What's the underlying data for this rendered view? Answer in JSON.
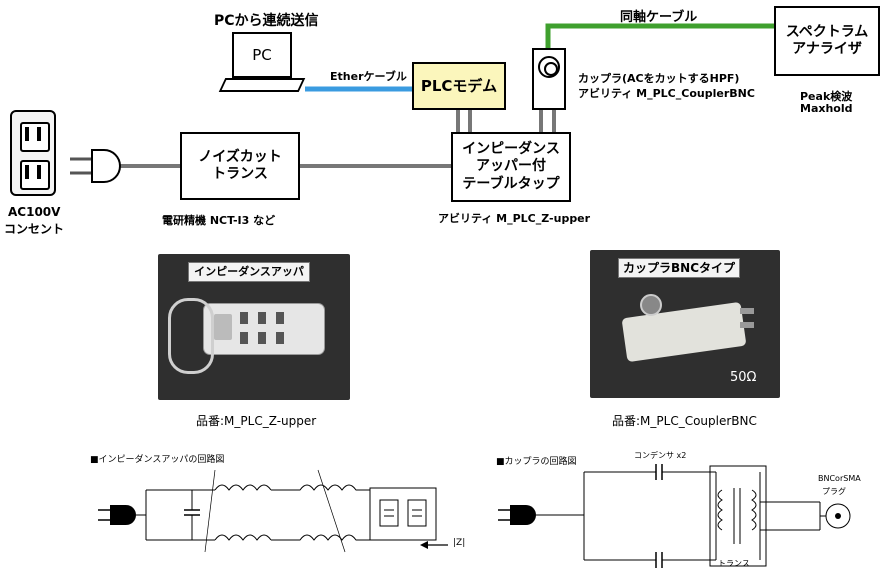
{
  "top": {
    "pc_title": "PCから連続送信",
    "pc_label": "PC",
    "ether_label": "Etherケーブル",
    "plc_modem": "PLCモデム",
    "coax_label": "同軸ケーブル",
    "analyzer": [
      "スペクトラム",
      "アナライザ"
    ],
    "analyzer_notes": [
      "Peak検波",
      "Maxhold"
    ],
    "coupler_label": "カップラ(ACをカットするHPF)",
    "coupler_product": "アビリティ M_PLC_CouplerBNC",
    "outlet_label": [
      "AC100V",
      "コンセント"
    ],
    "noise_cut": [
      "ノイズカット",
      "トランス"
    ],
    "noise_cut_note": "電研精機 NCT-I3 など",
    "tap": [
      "インピーダンス",
      "アッパー付",
      "テーブルタップ"
    ],
    "tap_product": "アビリティ M_PLC_Z-upper"
  },
  "photos": {
    "left_tag": "インピーダンスアッパ",
    "left_caption": "品番:M_PLC_Z-upper",
    "right_tag": "カップラBNCタイプ",
    "right_ohm": "50Ω",
    "right_caption": "品番:M_PLC_CouplerBNC"
  },
  "circuits": {
    "left_title": "■インピーダンスアッパの回路図",
    "left_arrow_label": "|Z|",
    "right_title": "■カップラの回路図",
    "right_cap_label": "コンデンサ x2",
    "right_trans_label": "トランス",
    "right_plug_label": [
      "BNCorSMA",
      "プラグ"
    ]
  },
  "colors": {
    "ether_cable": "#3a9be0",
    "coax_cable": "#3fa02e",
    "plc_modem_fill": "#fbf6bc",
    "photo_bg": "#2f2f2f"
  }
}
